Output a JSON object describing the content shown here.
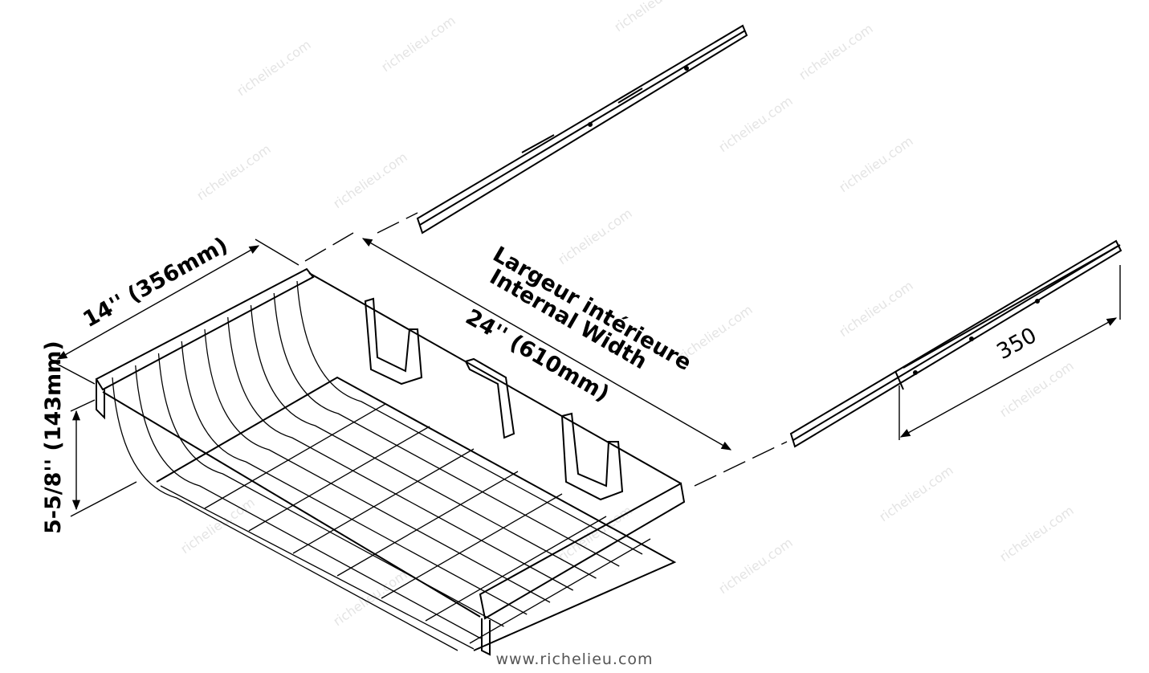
{
  "dimensions": {
    "depth": "14'' (356mm)",
    "width_label_fr": "Largeur intérieure",
    "width_label_en": "Internal Width",
    "width_value": "24'' (610mm)",
    "slide_length": "350",
    "height": "5-5/8'' (143mm)"
  },
  "watermark": "richelieu.com",
  "footer_url": "www.richelieu.com"
}
